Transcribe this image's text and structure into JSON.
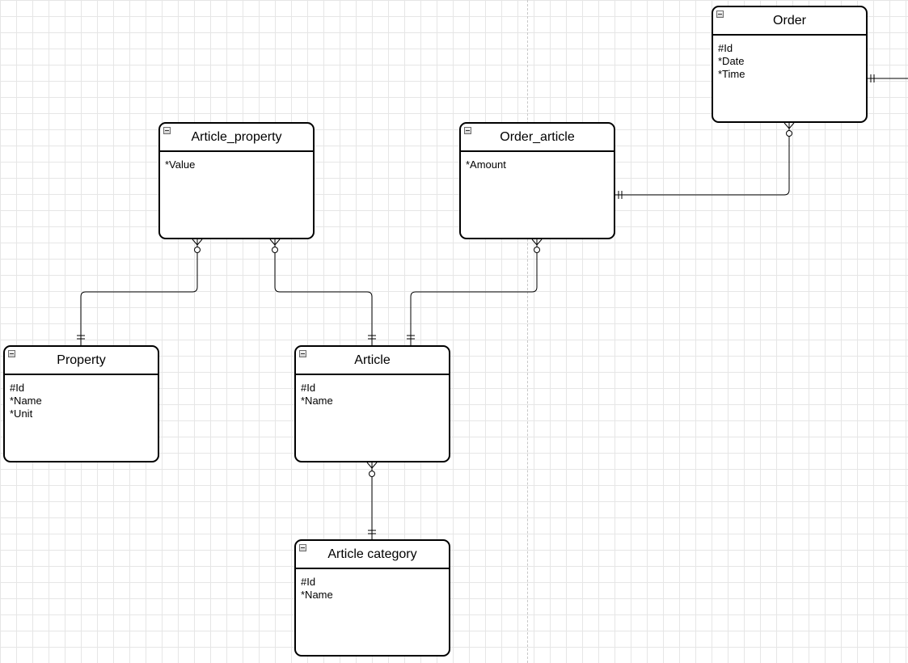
{
  "entities": {
    "order": {
      "name": "Order",
      "attributes": [
        "#Id",
        "*Date",
        "*Time"
      ]
    },
    "article_property": {
      "name": "Article_property",
      "attributes": [
        "*Value"
      ]
    },
    "order_article": {
      "name": "Order_article",
      "attributes": [
        "*Amount"
      ]
    },
    "property": {
      "name": "Property",
      "attributes": [
        "#Id",
        "*Name",
        "*Unit"
      ]
    },
    "article": {
      "name": "Article",
      "attributes": [
        "#Id",
        "*Name"
      ]
    },
    "article_category": {
      "name": "Article category",
      "attributes": [
        "#Id",
        "*Name"
      ]
    }
  },
  "relationships": [
    {
      "from": "article_property",
      "to": "property",
      "from_cardinality": "zero-or-many",
      "to_cardinality": "exactly-one"
    },
    {
      "from": "article_property",
      "to": "article",
      "from_cardinality": "zero-or-many",
      "to_cardinality": "exactly-one"
    },
    {
      "from": "order_article",
      "to": "article",
      "from_cardinality": "zero-or-many",
      "to_cardinality": "exactly-one"
    },
    {
      "from": "order",
      "to": "order_article",
      "from_cardinality": "zero-or-many",
      "to_cardinality": "exactly-one"
    },
    {
      "from": "article",
      "to": "article_category",
      "from_cardinality": "zero-or-many",
      "to_cardinality": "exactly-one"
    },
    {
      "from": "order",
      "to": "off-canvas-entity",
      "from_cardinality": "exactly-one",
      "to_cardinality": ""
    }
  ],
  "colors": {
    "line": "#000000",
    "grid": "#e6e6e6",
    "background": "#ffffff"
  }
}
